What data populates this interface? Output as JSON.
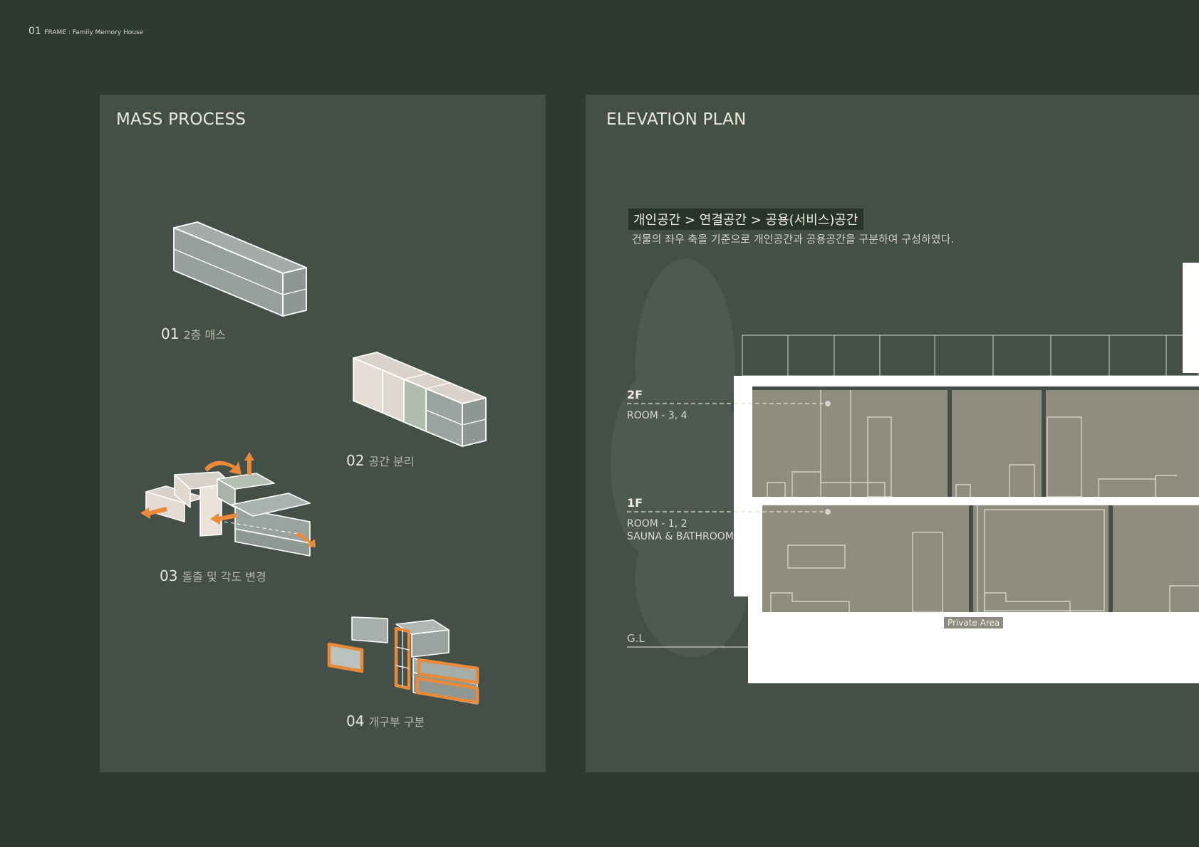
{
  "header": {
    "number": "01",
    "project": "FRAME : Family Memory House"
  },
  "mass_process": {
    "title": "MASS PROCESS",
    "steps": [
      {
        "num": "01",
        "desc": "2층 매스"
      },
      {
        "num": "02",
        "desc": "공간 분리"
      },
      {
        "num": "03",
        "desc": "돌출 및 각도 변경"
      },
      {
        "num": "04",
        "desc": "개구부 구분"
      }
    ]
  },
  "elevation_plan": {
    "title": "ELEVATION PLAN",
    "highlight": "개인공간 > 연결공간 > 공용(서비스)공간",
    "description": "건물의 좌우 축을 기준으로 개인공간과 공용공간을 구분하여 구성하였다.",
    "floors": [
      {
        "code": "2F",
        "rooms": [
          "ROOM - 3, 4"
        ]
      },
      {
        "code": "1F",
        "rooms": [
          "ROOM - 1, 2",
          "SAUNA & BATHROOM"
        ]
      }
    ],
    "ground_label": "G.L",
    "area_tag": "Private Area"
  },
  "colors": {
    "background": "#2d3a31",
    "panel": "#434f47",
    "mass_gray": "#9aa39e",
    "mass_beige": "#e6ddd5",
    "mass_green": "#b0bcad",
    "accent_orange": "#e88a3c",
    "section_fill": "#8f8c80"
  }
}
